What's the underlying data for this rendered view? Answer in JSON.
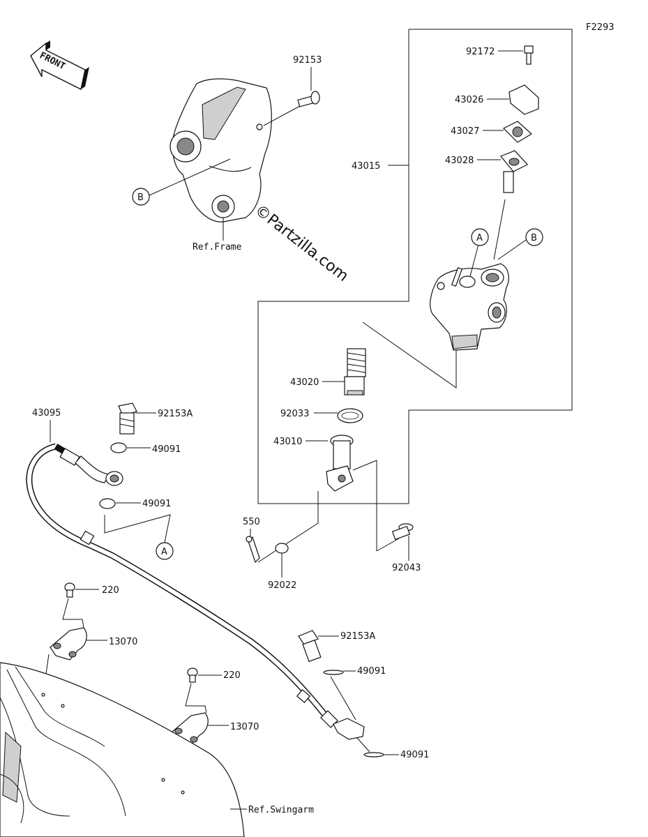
{
  "figure_code": "F2293",
  "front_label": "FRONT",
  "watermark": "©Partzilla.com",
  "references": {
    "frame": "Ref.Frame",
    "swingarm": "Ref.Swingarm"
  },
  "callouts": {
    "a1": "A",
    "a2": "A",
    "b1": "B",
    "b2": "B"
  },
  "parts": [
    {
      "id": "p92153",
      "number": "92153"
    },
    {
      "id": "p92172",
      "number": "92172"
    },
    {
      "id": "p43026",
      "number": "43026"
    },
    {
      "id": "p43027",
      "number": "43027"
    },
    {
      "id": "p43028",
      "number": "43028"
    },
    {
      "id": "p43015",
      "number": "43015"
    },
    {
      "id": "p43020",
      "number": "43020"
    },
    {
      "id": "p92033",
      "number": "92033"
    },
    {
      "id": "p43010",
      "number": "43010"
    },
    {
      "id": "p550",
      "number": "550"
    },
    {
      "id": "p92022",
      "number": "92022"
    },
    {
      "id": "p92043",
      "number": "92043"
    },
    {
      "id": "p43095",
      "number": "43095"
    },
    {
      "id": "p92153A_top",
      "number": "92153A"
    },
    {
      "id": "p49091_a",
      "number": "49091"
    },
    {
      "id": "p49091_b",
      "number": "49091"
    },
    {
      "id": "p220_a",
      "number": "220"
    },
    {
      "id": "p13070_a",
      "number": "13070"
    },
    {
      "id": "p220_b",
      "number": "220"
    },
    {
      "id": "p13070_b",
      "number": "13070"
    },
    {
      "id": "p92153A_bot",
      "number": "92153A"
    },
    {
      "id": "p49091_c",
      "number": "49091"
    },
    {
      "id": "p49091_d",
      "number": "49091"
    }
  ]
}
